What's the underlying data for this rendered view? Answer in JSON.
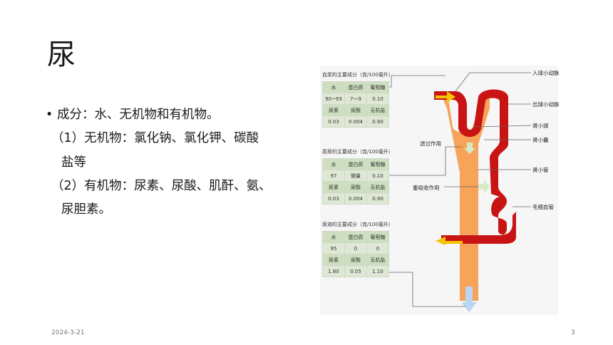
{
  "slide": {
    "title": "尿",
    "bullet_dot": "•",
    "bullet": "成分：水、无机物和有机物。",
    "item1_line1": "（1）无机物：氯化钠、氯化钾、碳酸",
    "item1_line2": "盐等",
    "item2_line1": "（2）有机物：尿素、尿酸、肌酐、氨、",
    "item2_line2": "尿胆素。",
    "date": "2024-3-21",
    "page": "3"
  },
  "figure": {
    "blood_table": {
      "title": "血浆的主要成分（克/100毫升）",
      "rows": [
        [
          "水",
          "蛋白质",
          "葡萄糖"
        ],
        [
          "90~93",
          "7～9",
          "0.10"
        ],
        [
          "尿素",
          "尿酸",
          "无机盐"
        ],
        [
          "0.03",
          "0.004",
          "0.90"
        ]
      ]
    },
    "primary_table": {
      "title": "原尿的主要成分（克/100毫升）",
      "rows": [
        [
          "水",
          "蛋白质",
          "葡萄糖"
        ],
        [
          "97",
          "微量",
          "0.10"
        ],
        [
          "尿素",
          "尿酸",
          "无机盐"
        ],
        [
          "0.03",
          "0.004",
          "0.90"
        ]
      ]
    },
    "final_table": {
      "title": "尿液的主要成分（克/100毫升）",
      "rows": [
        [
          "水",
          "蛋白质",
          "葡萄糖"
        ],
        [
          "95",
          "0",
          "0"
        ],
        [
          "尿素",
          "尿酸",
          "无机盐"
        ],
        [
          "1.80",
          "0.05",
          "1.10"
        ]
      ]
    },
    "labels": {
      "afferent": "入球小动脉",
      "efferent": "出球小动脉",
      "glomerulus": "肾小球",
      "capsule": "肾小囊",
      "filtration": "滤过作用",
      "tubule": "肾小管",
      "reabsorption": "重吸收作用",
      "capillary": "毛细血管"
    },
    "colors": {
      "tube": "#f7a35a",
      "vessel": "#d01818",
      "arrow_blood": "#f5c400",
      "arrow_urine": "#b9d6f2"
    }
  }
}
